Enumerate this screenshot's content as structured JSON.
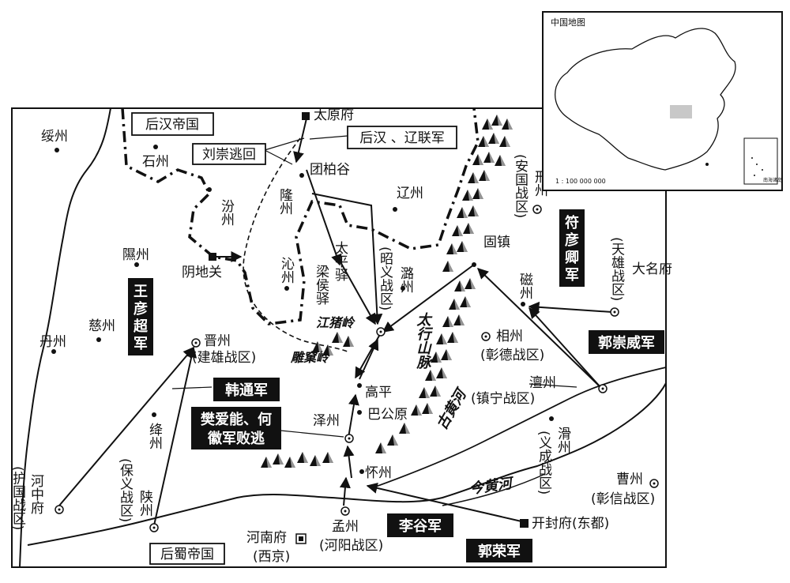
{
  "inset": {
    "title": "中国地图",
    "scale": "1 : 100 000 000",
    "nanhai_label": "南海诸岛"
  },
  "boxes": {
    "houhan": "后汉帝国",
    "houshu": "后蜀帝国",
    "liuchong": "刘崇逃回",
    "allied": "后汉 、辽联军",
    "fuyanqing": "符彦卿军",
    "wangyanchao": "王彦超军",
    "hantong": "韩通军",
    "fanaineng_l1": "樊爱能、何",
    "fanaineng_l2": "徽军败逃",
    "liguo": "李谷军",
    "guorong": "郭荣军",
    "guochongwei": "郭崇威军"
  },
  "places": {
    "taiyuan": "太原府",
    "suizhou": "绥州",
    "shizhou": "石州",
    "fenzhou": "汾州",
    "tuanbogu": "团柏谷",
    "longzhou": "隆州",
    "liaozhou": "辽州",
    "xizhou": "隰州",
    "yindiguan": "阴地关",
    "qinzhou": "沁州",
    "taipingyi": "太平驿",
    "liangbaoyi": "梁侯驿",
    "luzhou": "潞州",
    "zhaoyi": "(昭义战区)",
    "guzhen": "固镇",
    "xingzhou": "邢州",
    "anguo": "(安国战区)",
    "cizhou_a": "磁州",
    "daming": "大名府",
    "tianxiong": "(天雄战区)",
    "xiangzhou": "相州",
    "zhangde": "(彰德战区)",
    "danzhou": "丹州",
    "cizhou_b": "慈州",
    "jinzhou": "晋州",
    "jianxiong": "(建雄战区)",
    "jiangzhuling": "江猪岭",
    "diaokeling": "雕窠岭",
    "taihang": "太行山脉",
    "gaoping": "高平",
    "bagongyuan": "巴公原",
    "zezhou": "泽州",
    "chanzhou": "澶州",
    "zhenning": "(镇宁战区)",
    "jiangzhou": "绛州",
    "shanzhou": "陕州",
    "baoyi": "(保义战区)",
    "huaizhou": "怀州",
    "gu_huanghe": "古黄河",
    "jin_huanghe": "今黄河",
    "huazhou": "滑州",
    "yicheng": "(义成战区)",
    "caozhou": "曹州",
    "zhangxin": "(彰信战区)",
    "hezhong": "河中府",
    "huguo": "(护国战区)",
    "henan": "河南府",
    "xijing": "(西京)",
    "mengzhou": "孟州",
    "heyang": "(河阳战区)",
    "kaifeng": "开封府(东都)"
  }
}
